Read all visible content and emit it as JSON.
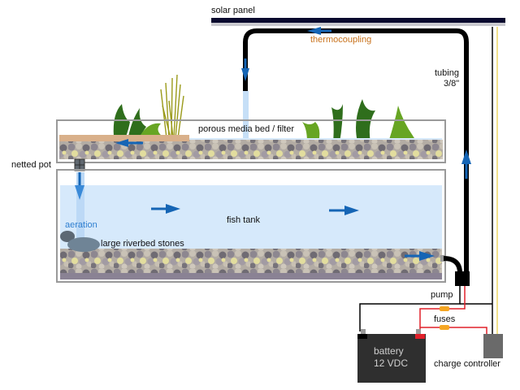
{
  "labels": {
    "solar_panel": "solar panel",
    "thermocoupling": "thermocoupling",
    "tubing_line1": "tubing",
    "tubing_line2": "3/8\"",
    "media_bed": "porous media bed / filter",
    "netted_pot": "netted pot",
    "aeration": "aeration",
    "fish_tank": "fish tank",
    "riverbed_stones": "large riverbed stones",
    "pump": "pump",
    "fuses": "fuses",
    "battery_line1": "battery",
    "battery_line2": "12 VDC",
    "charge_controller": "charge controller"
  },
  "icons": {
    "flow_arrows": [
      "arrow-left-thermocoupling",
      "arrow-down-inflow",
      "arrow-left-media-bed",
      "arrow-down-netted-pot",
      "arrow-right-tank-1",
      "arrow-right-tank-2",
      "arrow-right-tank-outlet",
      "arrow-up-tubing"
    ]
  },
  "colors": {
    "solar_panel": "#0a0a2e",
    "tubing": "#000000",
    "flow_arrow": "#1565b5",
    "water": "#d6e9fb",
    "thermocoupling_text": "#c8721c",
    "aeration_text": "#2f7fd0",
    "positive_wire": "#e0202a",
    "fuse": "#f5a623",
    "solar_wire": "#f3e28c",
    "battery": "#2f2f2f",
    "charge_controller": "#6a6a6a",
    "plant_dark": "#2f6e1c",
    "plant_light": "#67a523"
  }
}
